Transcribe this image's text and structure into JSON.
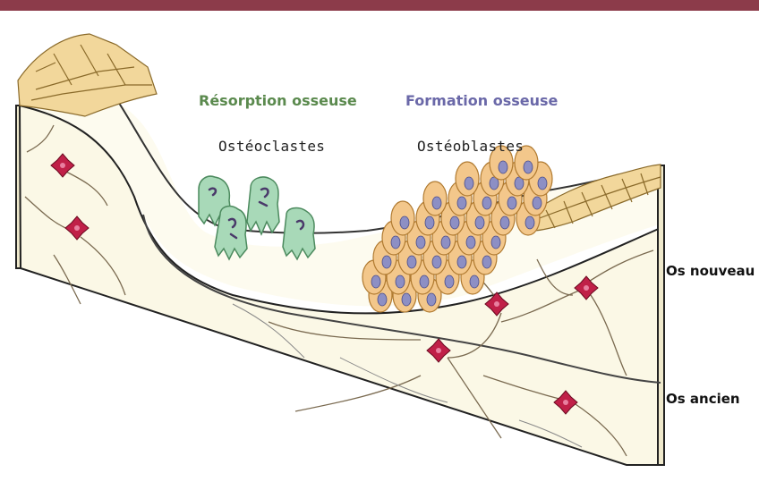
{
  "resorption": {
    "title": "Résorption osseuse",
    "cells": "Ostéoclastes"
  },
  "formation": {
    "title": "Formation osseuse",
    "cells": "Ostéoblastes"
  },
  "layers": {
    "new_bone": "Os nouveau",
    "old_bone": "Os ancien"
  },
  "colors": {
    "top_rule": "#8c3b4a",
    "resorption_title": "#5b8a4e",
    "formation_title": "#6a68a8",
    "bone_matrix": "#fbf8e6",
    "lining_cells": "#f2d79b",
    "osteoclast": "#a8d9b8",
    "osteoblast": "#f3c78b",
    "osteoblast_nucleus": "#8d8fc4",
    "osteocyte": "#c02048"
  },
  "icons": {
    "osteoclast": "green-multinucleated-cell",
    "osteoblast": "orange-cell-blue-nucleus",
    "osteocyte": "red-star-cell"
  }
}
